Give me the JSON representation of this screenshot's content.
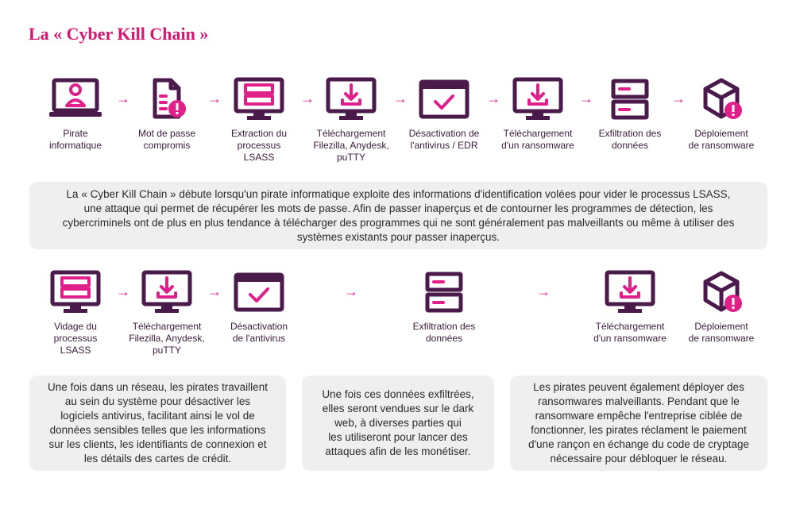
{
  "title": "La « Cyber Kill Chain »",
  "row1": {
    "steps": [
      {
        "icon": "laptop-user-icon",
        "label": "Pirate\ninformatique"
      },
      {
        "icon": "document-alert-icon",
        "label": "Mot de passe\ncompromis"
      },
      {
        "icon": "monitor-server-icon",
        "label": "Extraction du\nprocessus\nLSASS"
      },
      {
        "icon": "monitor-download-icon",
        "label": "Téléchargement\nFilezilla, Anydesk,\npuTTY"
      },
      {
        "icon": "window-check-icon",
        "label": "Désactivation de\nl'antivirus / EDR"
      },
      {
        "icon": "monitor-download-icon",
        "label": "Téléchargement\nd'un ransomware"
      },
      {
        "icon": "server-stack-icon",
        "label": "Exfiltration des\ndonnées"
      },
      {
        "icon": "cube-alert-icon",
        "label": "Déploiement\nde ransomware"
      }
    ]
  },
  "intro_text": "La « Cyber Kill Chain » débute lorsqu'un pirate informatique exploite des informations d'identification volées pour vider le processus LSASS,\nune attaque qui permet de récupérer les mots de passe. Afin de passer inaperçus et de contourner les programmes de détection, les\ncybercriminels ont de plus en plus tendance à télécharger des programmes qui ne sont généralement pas malveillants ou même à utiliser des\nsystèmes existants pour passer inaperçus.",
  "row2": {
    "steps": [
      {
        "icon": "monitor-server-icon",
        "label": "Vidage du\nprocessus\nLSASS"
      },
      {
        "icon": "monitor-download-icon",
        "label": "Téléchargement\nFilezilla, Anydesk,\npuTTY"
      },
      {
        "icon": "window-check-icon",
        "label": "Désactivation\nde l'antivirus"
      },
      {
        "icon": "server-stack-icon",
        "label": "Exfiltration des\ndonnées"
      },
      {
        "icon": "monitor-download-icon",
        "label": "Téléchargement\nd'un ransomware"
      },
      {
        "icon": "cube-alert-icon",
        "label": "Déploiement\nde ransomware"
      }
    ]
  },
  "boxes": [
    "Une fois dans un réseau, les pirates travaillent\nau sein du système pour désactiver les\nlogiciels antivirus, facilitant ainsi le vol de\ndonnées sensibles telles que les informations\nsur les clients, les identifiants de connexion et\nles détails des cartes de crédit.",
    "Une fois ces données exfiltrées,\nelles seront vendues sur le dark\nweb, à diverses parties qui\nles utiliseront pour lancer des\nattaques afin de les monétiser.",
    "Les pirates peuvent également déployer des\nransomwares malveillants. Pendant que le\nransomware empêche l'entreprise ciblée de\nfonctionner, les pirates réclament le paiement\nd'une rançon en échange du code de cryptage\nnécessaire pour débloquer le réseau."
  ],
  "arrow_glyph": "→",
  "colors": {
    "accent": "#e01f8a",
    "icon": "#4a1a4a",
    "box_bg": "#efefef"
  }
}
